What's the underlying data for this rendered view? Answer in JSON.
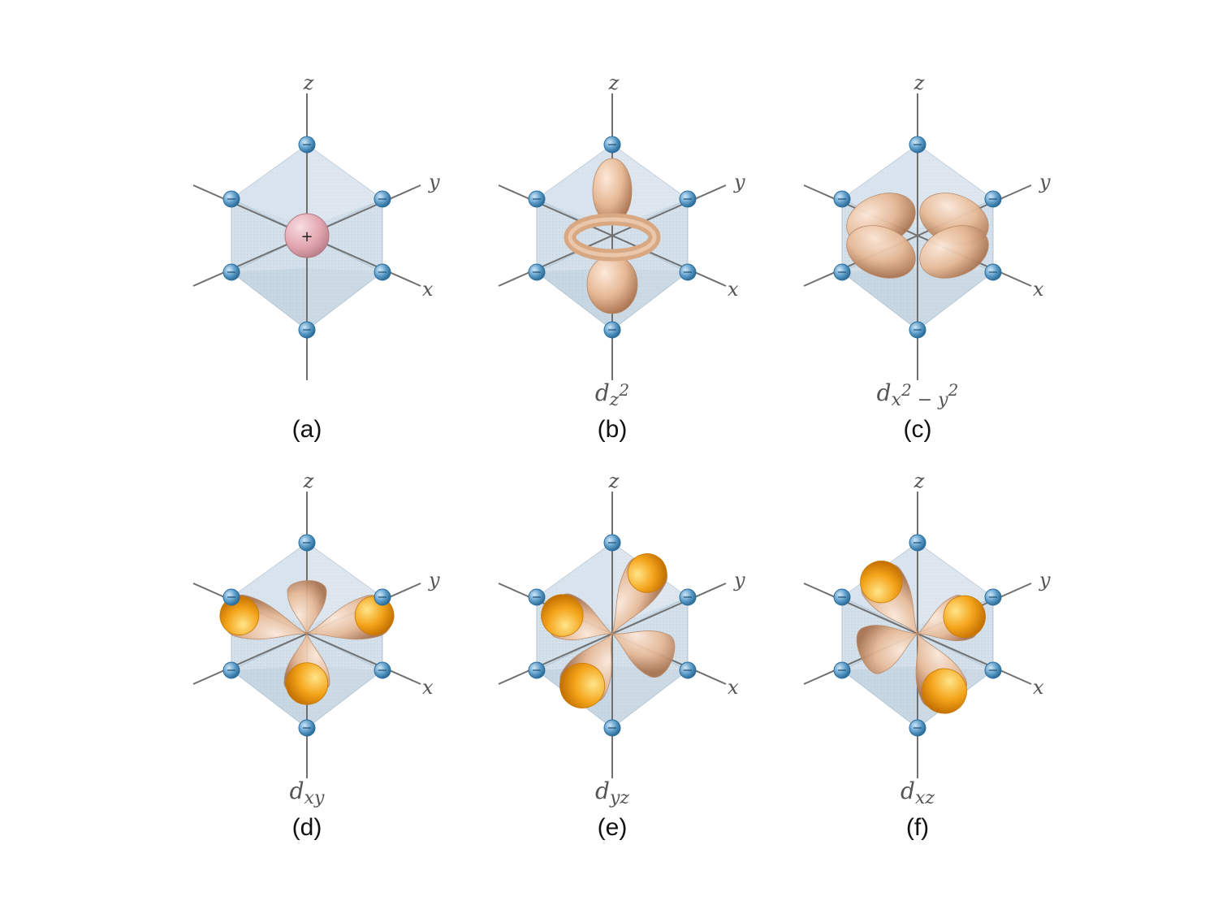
{
  "axes": {
    "x": "x",
    "y": "y",
    "z": "z"
  },
  "panels": [
    {
      "id": "a",
      "label": "(a)",
      "orbital": {
        "d": "",
        "sub": "",
        "sup1": "",
        "sub2": "",
        "sup2": ""
      },
      "center_sign": "+"
    },
    {
      "id": "b",
      "label": "(b)",
      "orbital": {
        "d": "d",
        "sub": "z",
        "sup1": "2",
        "sub2": "",
        "sup2": ""
      }
    },
    {
      "id": "c",
      "label": "(c)",
      "orbital": {
        "d": "d",
        "sub": "x",
        "sup1": "2",
        "sub2": " − y",
        "sup2": "2"
      }
    },
    {
      "id": "d",
      "label": "(d)",
      "orbital": {
        "d": "d",
        "sub": "xy",
        "sup1": "",
        "sub2": "",
        "sup2": ""
      }
    },
    {
      "id": "e",
      "label": "(e)",
      "orbital": {
        "d": "d",
        "sub": "yz",
        "sup1": "",
        "sub2": "",
        "sup2": ""
      }
    },
    {
      "id": "f",
      "label": "(f)",
      "orbital": {
        "d": "d",
        "sub": "xz",
        "sup1": "",
        "sub2": "",
        "sup2": ""
      }
    }
  ],
  "colors": {
    "octahedron": "#c9d9e6",
    "ligand": "#5b9cc9",
    "lobe": "#e6b996",
    "lobe_tip": "#f4a41a",
    "axis": "#707070",
    "s_orbital": "#e3a7b0"
  }
}
